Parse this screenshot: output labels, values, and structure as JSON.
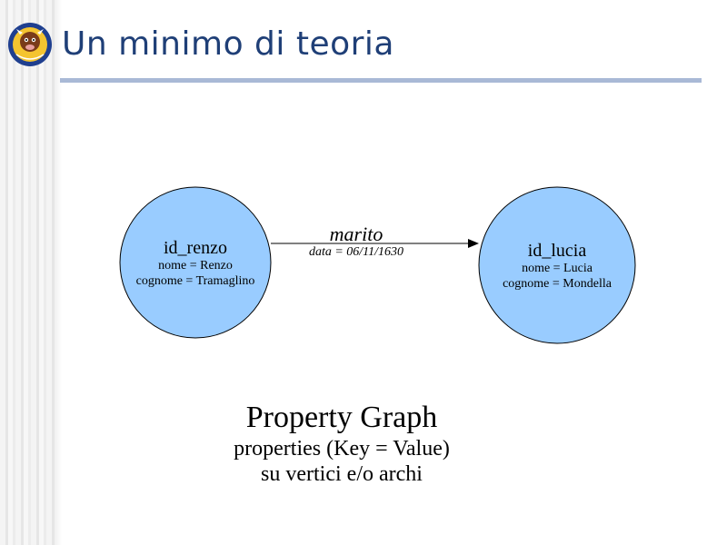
{
  "slide": {
    "title": "Un minimo di teoria"
  },
  "graph": {
    "nodes": [
      {
        "id": "id_renzo",
        "properties": [
          "nome = Renzo",
          "cognome = Tramaglino"
        ],
        "fill": "#99ccff"
      },
      {
        "id": "id_lucia",
        "properties": [
          "nome = Lucia",
          "cognome = Mondella"
        ],
        "fill": "#99ccff"
      }
    ],
    "edge": {
      "label": "marito",
      "property": "data = 06/11/1630",
      "from": "id_renzo",
      "to": "id_lucia"
    }
  },
  "caption": {
    "title": "Property Graph",
    "line1": "properties (Key = Value)",
    "line2": "su vertici e/o archi"
  },
  "colors": {
    "title": "#1f3f77",
    "rule": "#a9b9d6",
    "node_fill": "#99ccff"
  }
}
